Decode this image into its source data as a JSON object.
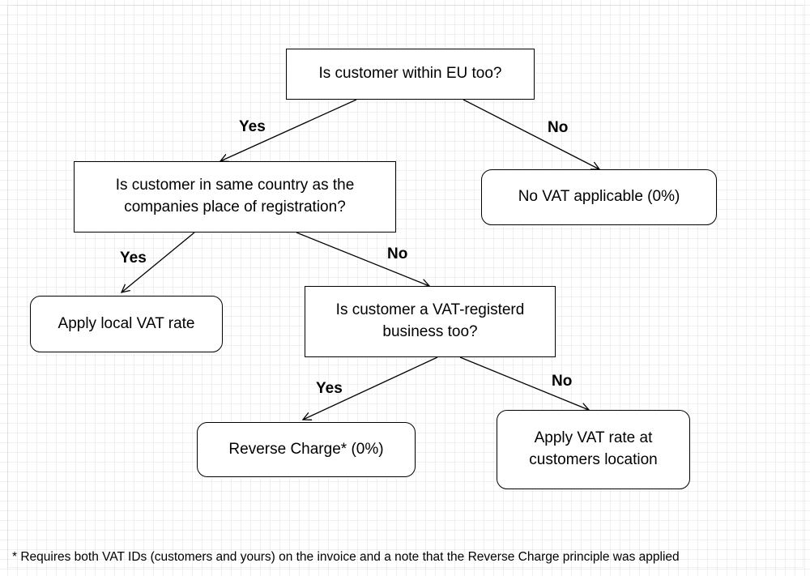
{
  "nodes": {
    "in_eu": {
      "text": "Is customer within EU too?"
    },
    "same_country": {
      "text": "Is customer in same country as the companies place of registration?"
    },
    "no_vat": {
      "text": "No VAT applicable (0%)"
    },
    "local_vat": {
      "text": "Apply local VAT rate"
    },
    "vat_registered": {
      "text": "Is customer a VAT-registerd business too?"
    },
    "reverse_charge": {
      "text": "Reverse Charge* (0%)"
    },
    "customer_location": {
      "text": "Apply VAT rate at customers location"
    }
  },
  "edges": {
    "eu_yes": "Yes",
    "eu_no": "No",
    "country_yes": "Yes",
    "country_no": "No",
    "registered_yes": "Yes",
    "registered_no": "No"
  },
  "footnote": "* Requires both VAT IDs (customers and yours) on the invoice and a note that the Reverse Charge principle was applied"
}
